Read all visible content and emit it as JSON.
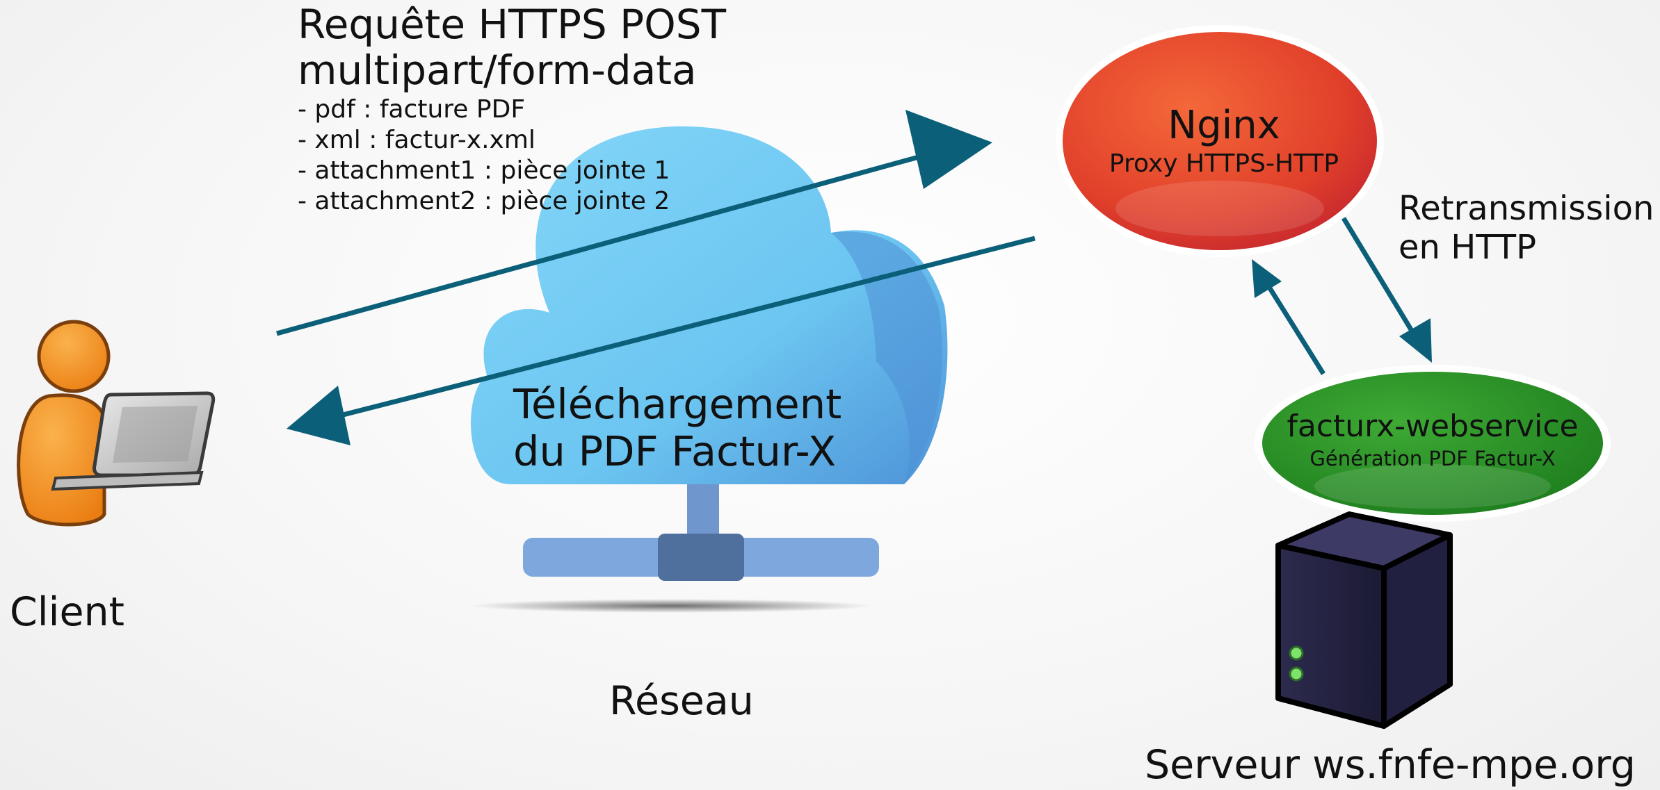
{
  "request": {
    "title_line1": "Requête HTTPS POST",
    "title_line2": "multipart/form-data",
    "fields": [
      "- pdf : facture PDF",
      "- xml : factur-x.xml",
      "- attachment1 : pièce jointe 1",
      "- attachment2 : pièce jointe 2"
    ]
  },
  "cloud": {
    "label_line1": "Téléchargement",
    "label_line2": "du PDF Factur-X",
    "caption": "Réseau"
  },
  "nginx": {
    "title": "Nginx",
    "subtitle": "Proxy HTTPS-HTTP",
    "color": "#e8452c"
  },
  "webservice": {
    "title": "facturx-webservice",
    "subtitle": "Génération PDF Factur-X",
    "color": "#2f9a2a"
  },
  "retransmission": {
    "line1": "Retransmission",
    "line2": "en HTTP"
  },
  "client": {
    "label": "Client",
    "icon": "user-laptop-icon"
  },
  "server": {
    "label": "Serveur ws.fnfe-mpe.org",
    "icon": "server-icon"
  },
  "colors": {
    "arrow": "#0b5f78",
    "cloud": "#6fcaf3"
  }
}
